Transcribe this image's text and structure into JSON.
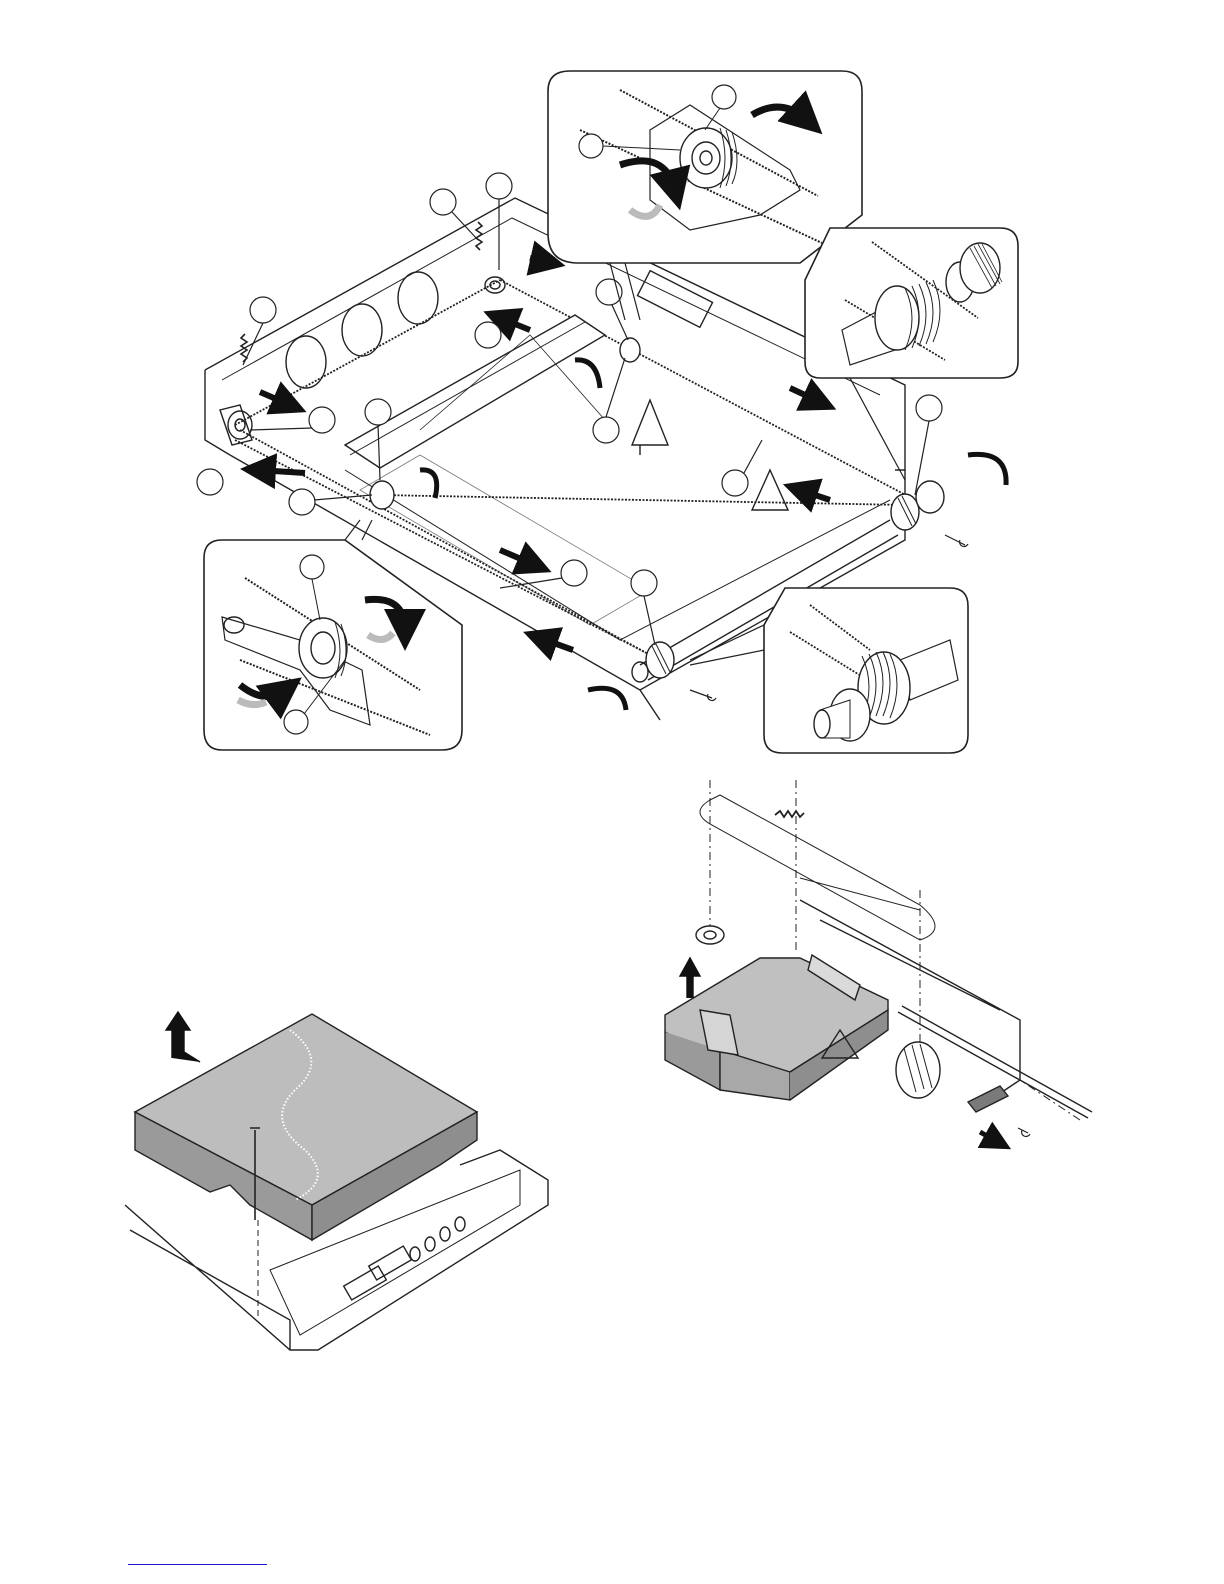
{
  "figures": [
    {
      "id": "cable-drive-assembly",
      "callouts": [
        "",
        "",
        "",
        "",
        "",
        "",
        "",
        "",
        "",
        "",
        "",
        "",
        "",
        "",
        "",
        "",
        "",
        ""
      ]
    },
    {
      "id": "top-cover-removal"
    },
    {
      "id": "carriage-removal"
    }
  ],
  "colors": {
    "line": "#222222",
    "panel_fill": "#c8c8c8",
    "panel_dark": "#9a9a9a",
    "arrow": "#111111",
    "arrow_light": "#bbbbbb",
    "footer_rule": "#1a1acc"
  }
}
